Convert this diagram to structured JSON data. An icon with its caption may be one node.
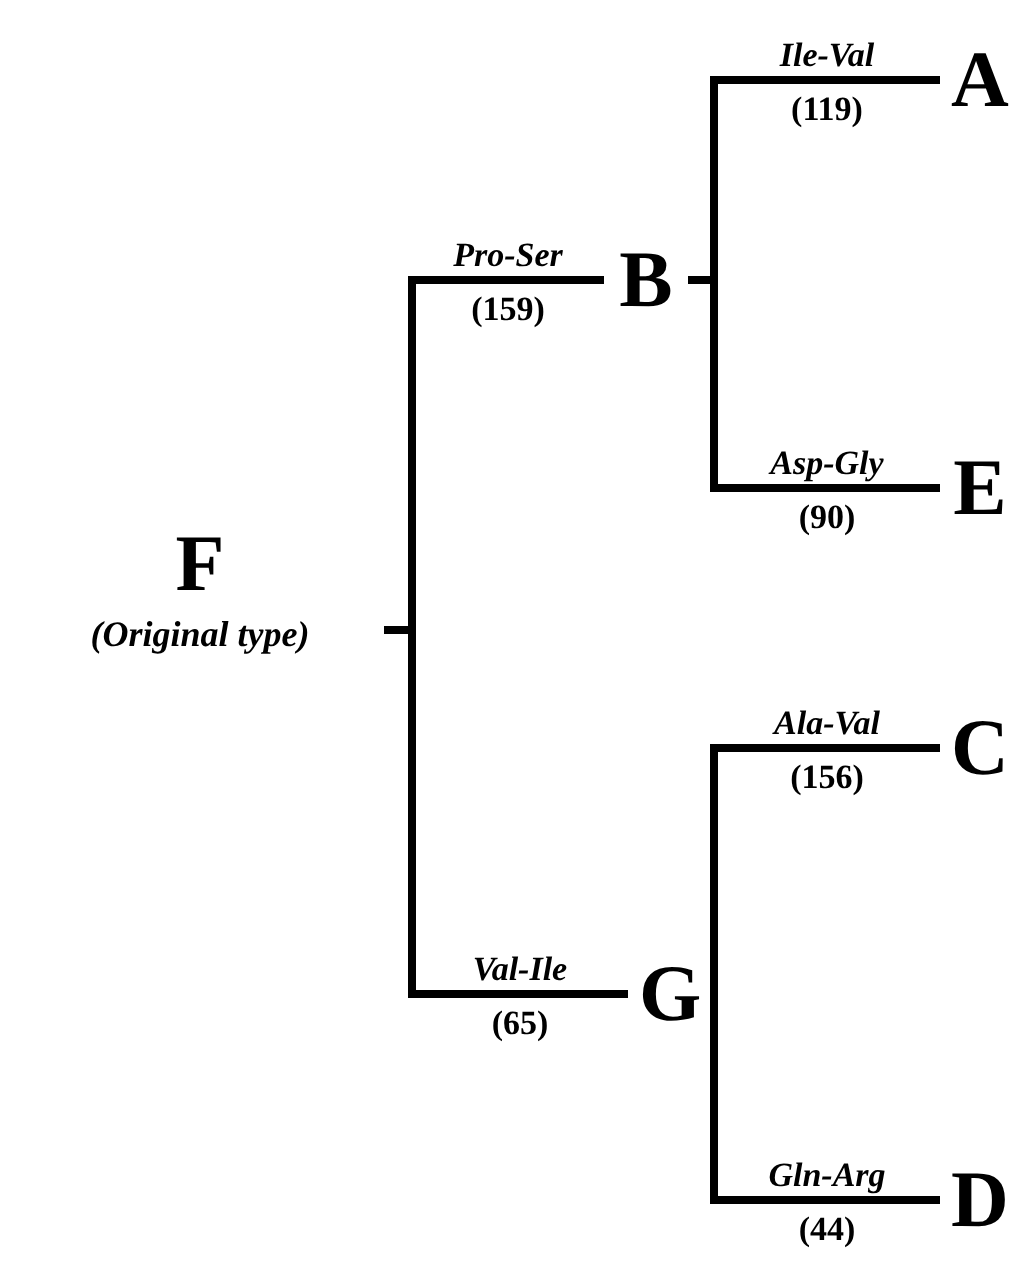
{
  "diagram": {
    "nodes": [
      {
        "text": [
          "F",
          "(Original type)"
        ]
      },
      {
        "text": [
          "B"
        ]
      },
      {
        "text": [
          "A"
        ]
      },
      {
        "text": [
          "E"
        ]
      },
      {
        "text": [
          "G"
        ]
      },
      {
        "text": [
          "C"
        ]
      },
      {
        "text": [
          "D"
        ]
      }
    ],
    "edges": [
      {
        "from": 0,
        "to": 1,
        "arrow": "none",
        "label": "Pro-Ser"
      },
      {
        "from": 0,
        "to": 4,
        "arrow": "none",
        "label": "Val-Ile"
      },
      {
        "from": 1,
        "to": 2,
        "arrow": "none",
        "label": "Ile-Val"
      },
      {
        "from": 1,
        "to": 3,
        "arrow": "none",
        "label": "Asp-Gly"
      },
      {
        "from": 4,
        "to": 5,
        "arrow": "none",
        "label": "Ala-Val"
      },
      {
        "from": 4,
        "to": 6,
        "arrow": "none",
        "label": "Gln-Arg"
      }
    ],
    "labels": [
      "(159)",
      "(65)",
      "(119)",
      "(90)",
      "(156)",
      "(44)"
    ]
  }
}
